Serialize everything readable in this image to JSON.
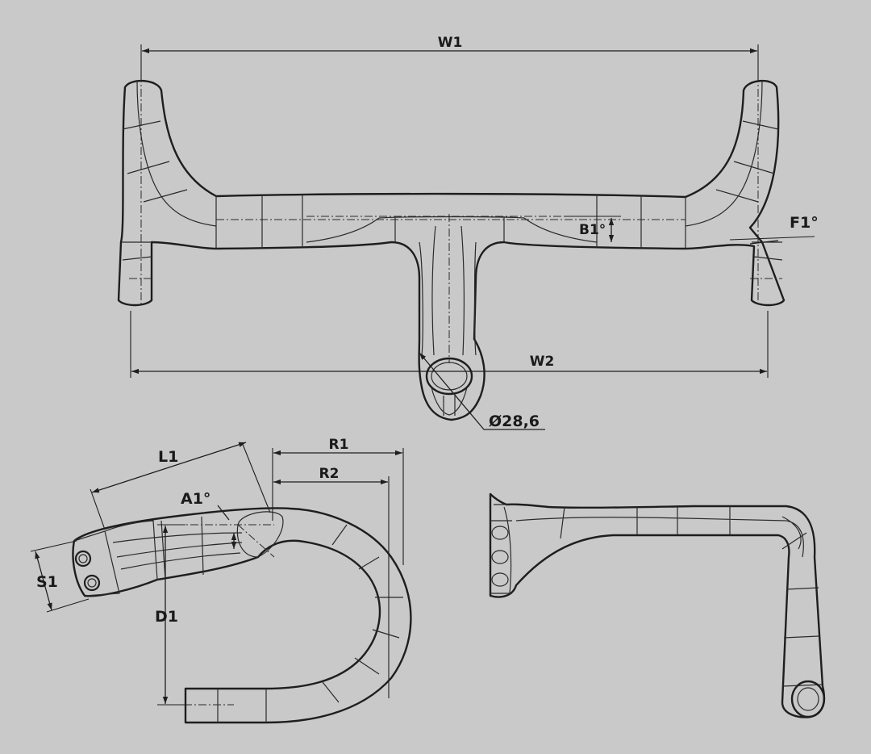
{
  "drawing": {
    "labels": {
      "w1": "W1",
      "w2": "W2",
      "b1": "B1°",
      "f1": "F1°",
      "diameter": "Ø28,6",
      "l1": "L1",
      "r1": "R1",
      "r2": "R2",
      "a1": "A1°",
      "s1": "S1",
      "d1": "D1"
    },
    "colors": {
      "background": "#c9c9c9",
      "line": "#1e1e1e"
    }
  }
}
